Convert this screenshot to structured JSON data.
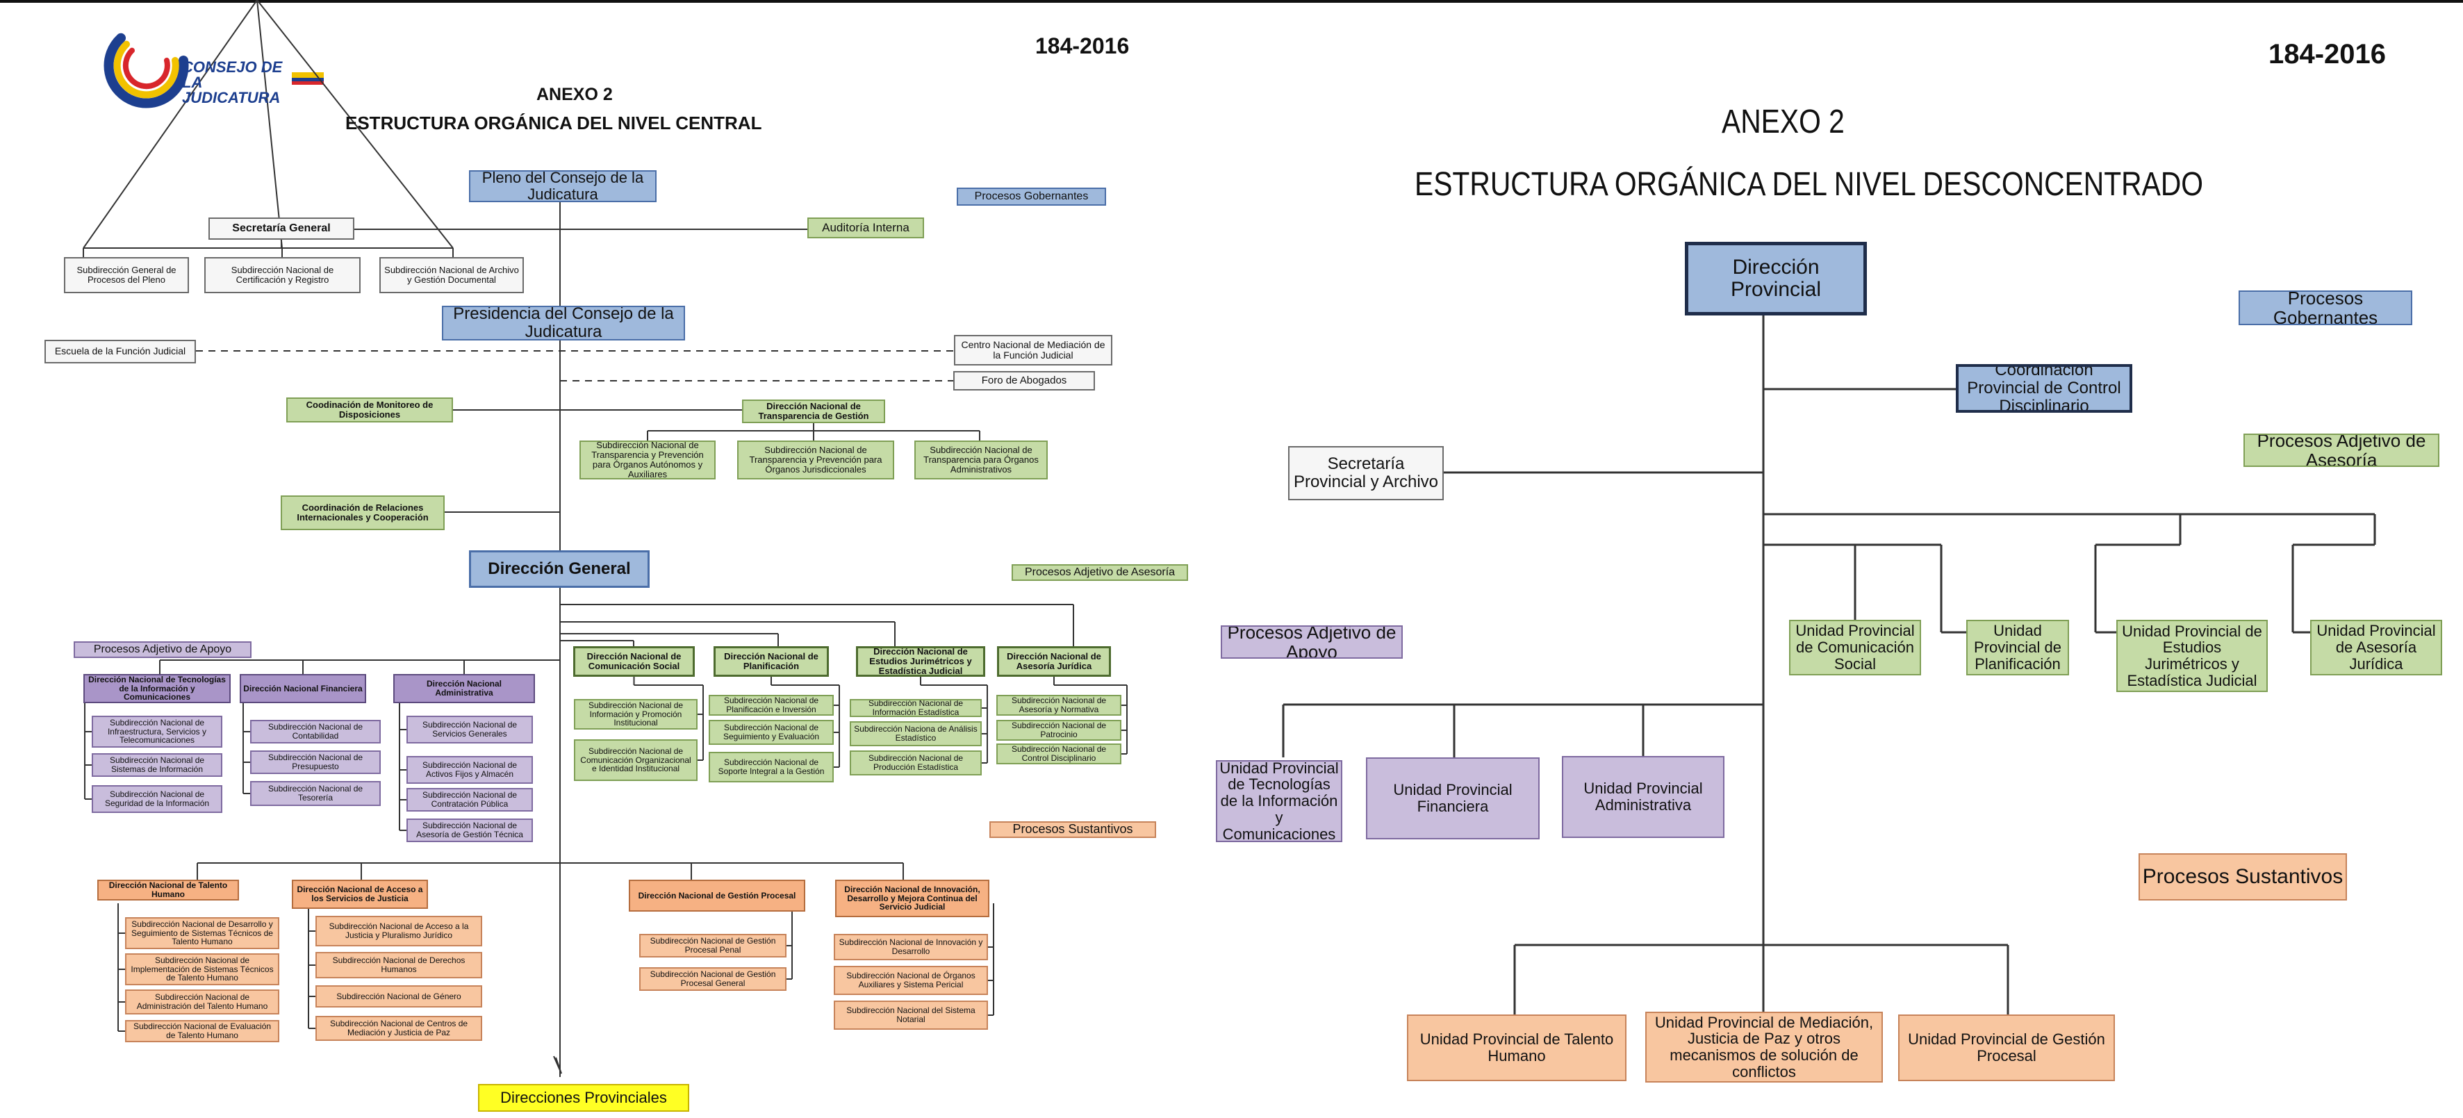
{
  "left": {
    "doc_number": "184-2016",
    "logo_text": "CONSEJO DE LA JUDICATURA",
    "annex": "ANEXO 2",
    "title": "ESTRUCTURA ORGÁNICA DEL NIVEL CENTRAL",
    "legend": {
      "gob": "Procesos Gobernantes",
      "ases": "Procesos Adjetivo de Asesoría",
      "apoyo": "Procesos Adjetivo de Apoyo",
      "sust": "Procesos Sustantivos"
    },
    "pleno": "Pleno del Consejo de la Judicatura",
    "secretaria": "Secretaría General",
    "sec_subs": [
      "Subdirección General de Procesos del Pleno",
      "Subdirección Nacional de Certificación y Registro",
      "Subdirección Nacional de Archivo y Gestión Documental"
    ],
    "auditoria": "Auditoría Interna",
    "presidencia": "Presidencia del Consejo de la Judicatura",
    "escuela": "Escuela de la Función Judicial",
    "centro_mediacion": "Centro Nacional de Mediación de la Función Judicial",
    "foro": "Foro de Abogados",
    "coord_monitoreo": "Coodinación de Monitoreo de Disposiciones",
    "dir_transparencia": "Dirección Nacional de Transparencia de Gestión",
    "transp_subs": [
      "Subdirección Nacional de Transparencia y Prevención para Órganos Autónomos y Auxiliares",
      "Subdirección Nacional de Transparencia y Prevención para Órganos Jurisdiccionales",
      "Subdirección Nacional de Transparencia para Órganos Administrativos"
    ],
    "coord_relaciones": "Coordinación de Relaciones Internacionales y Cooperación",
    "direccion_general": "Dirección General",
    "apoyo_dirs": [
      {
        "name": "Dirección Nacional de Tecnologías de la Información y Comunicaciones",
        "subs": [
          "Subdirección Nacional de Infraestructura, Servicios y Telecomunicaciones",
          "Subdirección Nacional de Sistemas de Información",
          "Subdirección Nacional de Seguridad de la Información"
        ]
      },
      {
        "name": "Dirección Nacional Financiera",
        "subs": [
          "Subdirección Nacional de Contabilidad",
          "Subdirección Nacional de Presupuesto",
          "Subdirección Nacional de Tesorería"
        ]
      },
      {
        "name": "Dirección Nacional Administrativa",
        "subs": [
          "Subdirección Nacional de Servicios Generales",
          "Subdirección Nacional de Activos Fijos y Almacén",
          "Subdirección Nacional de Contratación Pública",
          "Subdirección Nacional de Asesoría de Gestión Técnica"
        ]
      }
    ],
    "ases_dirs": [
      {
        "name": "Dirección Nacional de Comunicación Social",
        "subs": [
          "Subdirección Nacional de Información y Promoción Institucional",
          "Subdirección Nacional de Comunicación Organizacional e Identidad Institucional"
        ]
      },
      {
        "name": "Dirección Nacional de Planificación",
        "subs": [
          "Subdirección Nacional de Planificación e Inversión",
          "Subdirección Nacional de Seguimiento y Evaluación",
          "Subdirección Nacional de Soporte Integral a la Gestión"
        ]
      },
      {
        "name": "Dirección Nacional de Estudios Jurimétricos y Estadística Judicial",
        "subs": [
          "Subdirección Nacional de Información Estadística",
          "Subdirección Naciona de Análisis Estadístico",
          "Subdirección Nacional de Producción Estadística"
        ]
      },
      {
        "name": "Dirección Nacional de Asesoría Jurídica",
        "subs": [
          "Subdirección Nacional de Asesoría y Normativa",
          "Subdirección Nacional de Patrocinio",
          "Subdirección Nacional de Control Disciplinario"
        ]
      }
    ],
    "sust_dirs": [
      {
        "name": "Dirección Nacional de Talento Humano",
        "subs": [
          "Subdirección Nacional de Desarrollo y Seguimiento de Sistemas Técnicos de Talento Humano",
          "Subdirección Nacional de Implementación de Sistemas Técnicos de Talento Humano",
          "Subdirección Nacional de Administración del Talento Humano",
          "Subdirección Nacional de Evaluación de Talento Humano"
        ]
      },
      {
        "name": "Dirección Nacional de Acceso a los Servicios de Justicia",
        "subs": [
          "Subdirección Nacional de Acceso a la Justicia y Pluralismo Jurídico",
          "Subdirección Nacional de Derechos Humanos",
          "Subdirección Nacional de Género",
          "Subdirección Nacional de Centros de Mediación y Justicia de Paz"
        ]
      },
      {
        "name": "Dirección Nacional de Gestión Procesal",
        "subs": [
          "Subdirección Nacional de Gestión Procesal Penal",
          "Subdirección Nacional de Gestión Procesal General"
        ]
      },
      {
        "name": "Dirección Nacional de Innovación, Desarrollo y Mejora Continua del Servicio Judicial",
        "subs": [
          "Subdirección Nacional de Innovación y Desarrollo",
          "Subdirección Nacional de Órganos Auxiliares y Sistema Pericial",
          "Subdirección Nacional del Sistema Notarial"
        ]
      }
    ],
    "provinciales": "Direcciones Provinciales"
  },
  "right": {
    "doc_number": "184-2016",
    "annex": "ANEXO 2",
    "title": "ESTRUCTURA ORGÁNICA DEL NIVEL DESCONCENTRADO",
    "direccion_provincial": "Dirección Provincial",
    "legend": {
      "gob": "Procesos Gobernantes",
      "ases": "Procesos Adjetivo de Asesoría",
      "apoyo": "Procesos Adjetivo de Apoyo",
      "sust": "Procesos Sustantivos"
    },
    "coord_disciplinario": "Coordinación Provincial de Control Disciplinario",
    "secretaria": "Secretaría Provincial y Archivo",
    "ases_units": [
      "Unidad Provincial de Comunicación Social",
      "Unidad Provincial de Planificación",
      "Unidad Provincial de Estudios Jurimétricos y Estadística Judicial",
      "Unidad Provincial de Asesoría Jurídica"
    ],
    "apoyo_units": [
      "Unidad Provincial de Tecnologías de la Información y Comunicaciones",
      "Unidad Provincial Financiera",
      "Unidad Provincial Administrativa"
    ],
    "sust_units": [
      "Unidad Provincial de Talento Humano",
      "Unidad Provincial de Mediación, Justicia de Paz y otros mecanismos de solución de conflictos",
      "Unidad Provincial de Gestión Procesal"
    ]
  }
}
